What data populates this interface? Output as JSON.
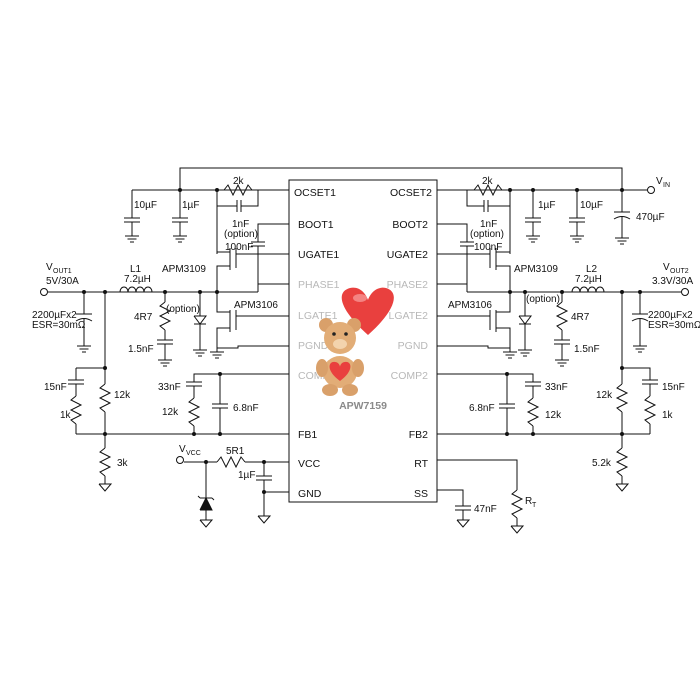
{
  "ic": {
    "name": "APW7159",
    "left_pins": [
      "OCSET1",
      "BOOT1",
      "UGATE1",
      "PHASE1",
      "LGATE1",
      "PGND",
      "COMP1",
      "FB1",
      "VCC",
      "GND"
    ],
    "right_pins": [
      "OCSET2",
      "BOOT2",
      "UGATE2",
      "PHASE2",
      "LGATE2",
      "PGND",
      "COMP2",
      "FB2",
      "RT",
      "SS"
    ]
  },
  "rails": {
    "vin_label": "V",
    "vin_sub": "IN",
    "vout1_label": "V",
    "vout1_sub": "OUT1",
    "vout1_value": "5V/30A",
    "vout2_label": "V",
    "vout2_sub": "OUT2",
    "vout2_value": "3.3V/30A",
    "vcc_label": "V",
    "vcc_sub": "VCC"
  },
  "left": {
    "c_in1": "10µF",
    "c_in2": "1µF",
    "r_ocset": "2k",
    "c_ocset": "1nF",
    "c_ocset_note": "(option)",
    "c_boot": "100nF",
    "q_high": "APM3109",
    "q_low": "APM3106",
    "inductor_name": "L1",
    "inductor_value": "7.2µH",
    "c_out": "2200µFx2",
    "c_out_esr": "ESR=30mΩ",
    "r_snub": "4R7",
    "c_snub": "1.5nF",
    "diode_note": "(option)",
    "c_ff": "15nF",
    "r_top": "12k",
    "r_ff": "1k",
    "r_bot": "3k",
    "c_comp1": "33nF",
    "r_comp": "12k",
    "c_comp2": "6.8nF",
    "r_vcc": "5R1",
    "c_vcc": "1µF"
  },
  "right": {
    "c_in1": "1µF",
    "c_in2": "10µF",
    "c_bulk": "470µF",
    "r_ocset": "2k",
    "c_ocset": "1nF",
    "c_ocset_note": "(option)",
    "c_boot": "100nF",
    "q_high": "APM3109",
    "q_low": "APM3106",
    "inductor_name": "L2",
    "inductor_value": "7.2µH",
    "c_out": "2200µFx2",
    "c_out_esr": "ESR=30mΩ",
    "r_snub": "4R7",
    "c_snub": "1.5nF",
    "diode_note": "(option)",
    "c_comp2": "6.8nF",
    "c_comp1": "33nF",
    "r_comp": "12k",
    "r_top": "12k",
    "c_ff": "15nF",
    "r_ff": "1k",
    "r_bot": "5.2k",
    "c_ss": "47nF",
    "r_rt": "R",
    "r_rt_sub": "T"
  }
}
